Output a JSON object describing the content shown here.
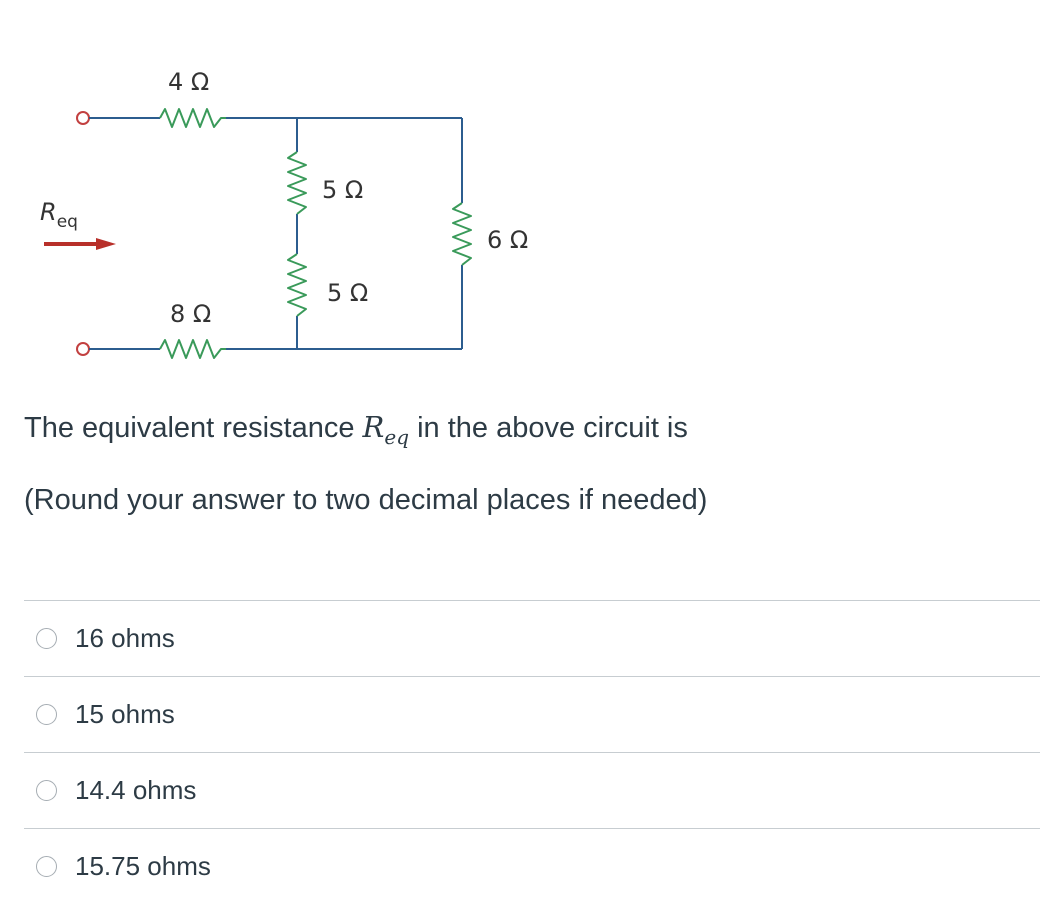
{
  "circuit": {
    "req_label": "R",
    "req_subscript": "eq",
    "resistors": {
      "top_series": "4 Ω",
      "bottom_series": "8 Ω",
      "middle_upper": "5 Ω",
      "middle_lower": "5 Ω",
      "right": "6 Ω"
    },
    "colors": {
      "wire": "#2c5d8f",
      "resistor": "#3a9a5a",
      "terminal": "#c24040",
      "arrow": "#b8302a"
    }
  },
  "question": {
    "text_before": "The equivalent resistance ",
    "math_symbol": "R",
    "math_subscript": "eq",
    "text_after": " in the above circuit is",
    "hint": "(Round your answer to two decimal places if needed)"
  },
  "answers": [
    {
      "label": "16 ohms"
    },
    {
      "label": "15 ohms"
    },
    {
      "label": "14.4 ohms"
    },
    {
      "label": "15.75 ohms"
    }
  ]
}
